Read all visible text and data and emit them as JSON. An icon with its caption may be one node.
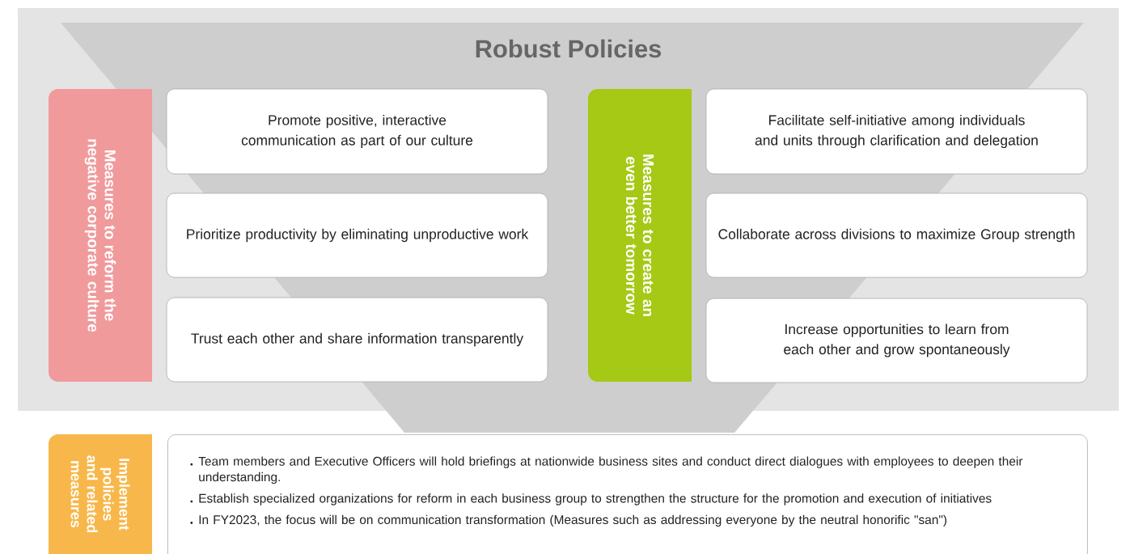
{
  "diagram": {
    "nodes": [
      {
        "text": [
          "Robust Policies"
        ]
      },
      {
        "text": [
          "Measures to reform the negative corporate culture"
        ],
        "in": 0
      },
      {
        "text": [
          "Promote positive, interactive communication as part of our culture"
        ],
        "in": 0
      },
      {
        "text": [
          "Prioritize productivity by eliminating unproductive work"
        ],
        "in": 0
      },
      {
        "text": [
          "Trust each other and share information transparently"
        ],
        "in": 0
      },
      {
        "text": [
          "Measures to create an even better tomorrow"
        ],
        "in": 0
      },
      {
        "text": [
          "Facilitate self-initiative among individuals and units through clarification and delegation"
        ],
        "in": 0
      },
      {
        "text": [
          "Collaborate across divisions to maximize Group strength"
        ],
        "in": 0
      },
      {
        "text": [
          "Increase opportunities to learn from each other and grow spontaneously"
        ],
        "in": 0
      },
      {
        "text": [
          "Implement policies and related measures"
        ]
      },
      {
        "text": [
          "Team members and Executive Officers will hold briefings at nationwide business sites and conduct direct dialogues with employees to deepen their understanding.",
          "Establish specialized organizations for reform in each business group to strengthen the structure for the promotion and execution of initiatives",
          "In FY2023, the focus will be on communication transformation (Measures such as addressing everyone by the neutral honorific \"san\")"
        ]
      }
    ],
    "edges": []
  }
}
